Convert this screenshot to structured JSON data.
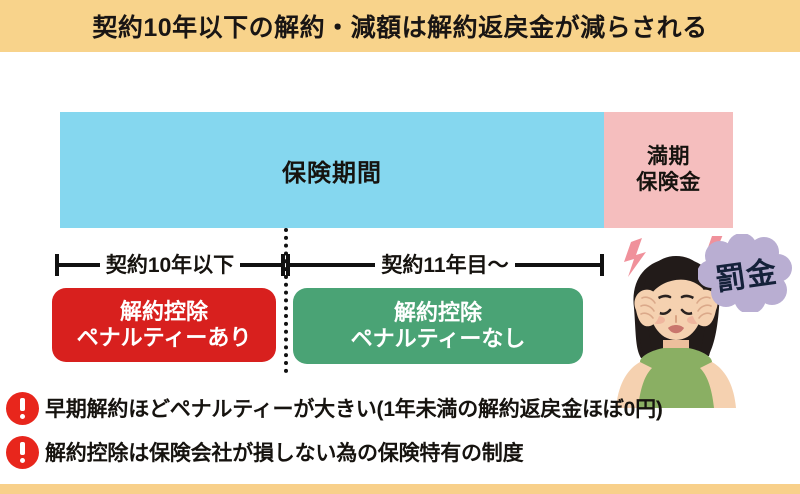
{
  "header": {
    "title": "契約10年以下の解約・減額は解約返戻金が減らされる",
    "background_color": "#f8d38b"
  },
  "timeline": {
    "period_label": "保険期間",
    "period_color": "#85d7ef",
    "maturity_label_line1": "満期",
    "maturity_label_line2": "保険金",
    "maturity_color": "#f5bebe"
  },
  "measures": {
    "left_label": "契約10年以下",
    "right_label": "契約11年目～"
  },
  "pills": [
    {
      "line1": "解約控除",
      "line2": "ペナルティーあり",
      "color": "#d8201e"
    },
    {
      "line1": "解約控除",
      "line2": "ペナルティーなし",
      "color": "#4aa375"
    }
  ],
  "bullets": [
    {
      "icon": "exclamation-circle-icon",
      "text": "早期解約ほどペナルティーが大きい(1年未満の解約返戻金ほぼ0円)"
    },
    {
      "icon": "exclamation-circle-icon",
      "text": "解約控除は保険会社が損しない為の保険特有の制度"
    }
  ],
  "illustration": {
    "name": "distressed-woman-illustration",
    "fine_badge_text": "罰金",
    "fine_badge_color": "#b9aed2",
    "lightning_color": "#f0919b",
    "shirt_color": "#8aaf63",
    "skin_color": "#f5d1b0",
    "hair_color": "#1f1a18"
  },
  "footer": {
    "background_color": "#f8d08a"
  }
}
